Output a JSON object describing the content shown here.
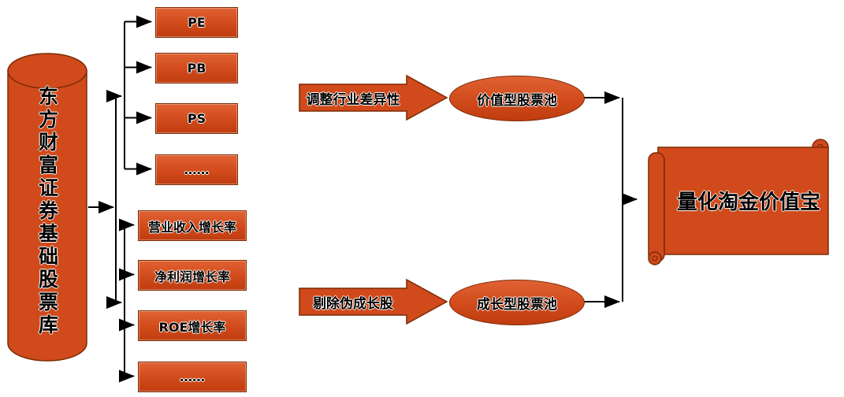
{
  "colors": {
    "shape_fill": "#d14a1b",
    "shape_border": "#7c2a05",
    "connector": "#000000",
    "text": "#000000",
    "background": "#ffffff"
  },
  "source_db": {
    "label": "东方财富证券基础股票库"
  },
  "value_factors": {
    "items": [
      {
        "label": "PE"
      },
      {
        "label": "PB"
      },
      {
        "label": "PS"
      },
      {
        "label": "……"
      }
    ]
  },
  "growth_factors": {
    "items": [
      {
        "label": "营业收入增长率"
      },
      {
        "label": "净利润增长率"
      },
      {
        "label": "ROE增长率"
      },
      {
        "label": "……"
      }
    ]
  },
  "value_branch": {
    "process_label": "调整行业差异性",
    "pool_label": "价值型股票池"
  },
  "growth_branch": {
    "process_label": "剔除伪成长股",
    "pool_label": "成长型股票池"
  },
  "output": {
    "label": "量化淘金价值宝"
  }
}
